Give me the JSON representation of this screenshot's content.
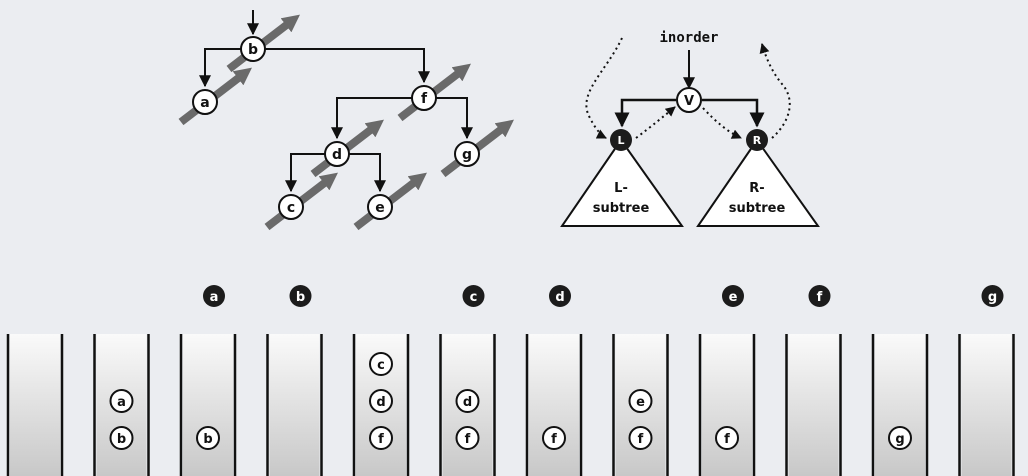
{
  "tree": {
    "nodes": [
      {
        "id": "b",
        "label": "b"
      },
      {
        "id": "a",
        "label": "a"
      },
      {
        "id": "f",
        "label": "f"
      },
      {
        "id": "d",
        "label": "d"
      },
      {
        "id": "g",
        "label": "g"
      },
      {
        "id": "c",
        "label": "c"
      },
      {
        "id": "e",
        "label": "e"
      }
    ],
    "edges": [
      [
        "b",
        "a"
      ],
      [
        "b",
        "f"
      ],
      [
        "f",
        "d"
      ],
      [
        "f",
        "g"
      ],
      [
        "d",
        "c"
      ],
      [
        "d",
        "e"
      ]
    ]
  },
  "schema": {
    "title": "inorder",
    "root_label": "V",
    "left_label": "L",
    "right_label": "R",
    "left_subtree_line1": "L-",
    "left_subtree_line2": "subtree",
    "right_subtree_line1": "R-",
    "right_subtree_line2": "subtree"
  },
  "sequence": [
    {
      "visited": "",
      "stack": []
    },
    {
      "visited": "",
      "stack": [
        "a",
        "b"
      ]
    },
    {
      "visited": "a",
      "stack": [
        "b"
      ]
    },
    {
      "visited": "b",
      "stack": []
    },
    {
      "visited": "",
      "stack": [
        "c",
        "d",
        "f"
      ]
    },
    {
      "visited": "c",
      "stack": [
        "d",
        "f"
      ]
    },
    {
      "visited": "d",
      "stack": [
        "f"
      ]
    },
    {
      "visited": "",
      "stack": [
        "e",
        "f"
      ]
    },
    {
      "visited": "e",
      "stack": [
        "f"
      ]
    },
    {
      "visited": "f",
      "stack": []
    },
    {
      "visited": "",
      "stack": [
        "g"
      ]
    },
    {
      "visited": "g",
      "stack": []
    }
  ],
  "colors": {
    "line": "#111111",
    "arrow": "#6a6a6a",
    "dark_node": "#1c1c1c",
    "node_fill": "#ffffff",
    "stack_top": "#fafafa",
    "stack_bottom": "#c8c8c8"
  }
}
